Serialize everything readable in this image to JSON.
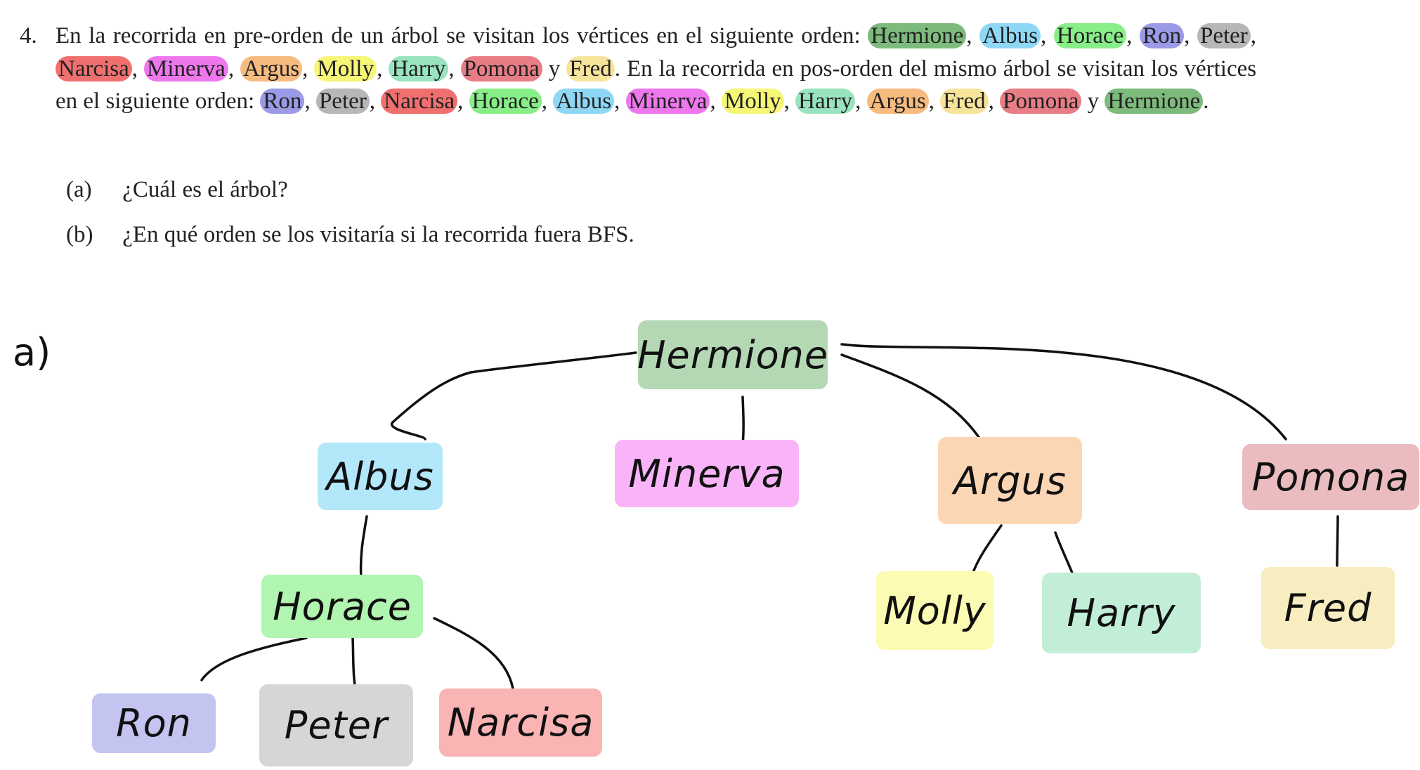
{
  "colors": {
    "Hermione": "#7dbb7d",
    "Albus": "#8fd8f5",
    "Horace": "#88ee88",
    "Ron": "#9a9ae6",
    "Peter": "#b7b7b7",
    "Narcisa": "#f07070",
    "Minerva": "#ee77ee",
    "Argus": "#f7bb80",
    "Molly": "#f7f777",
    "Harry": "#99e4be",
    "Pomona": "#e87d86",
    "Fred": "#f7e49b"
  },
  "problem": {
    "number": "4.",
    "intro": "En la recorrida en pre-orden de un árbol se visitan los vértices en el siguiente orden:",
    "preorder": [
      "Hermione",
      "Albus",
      "Horace",
      "Ron",
      "Peter",
      "Narcisa",
      "Minerva",
      "Argus",
      "Molly",
      "Harry",
      "Pomona",
      "Fred"
    ],
    "middle": "En la recorrida en pos-orden del mismo árbol se visitan los vértices en el siguiente orden:",
    "postorder": [
      "Ron",
      "Peter",
      "Narcisa",
      "Horace",
      "Albus",
      "Minerva",
      "Molly",
      "Harry",
      "Argus",
      "Fred",
      "Pomona",
      "Hermione"
    ],
    "conj": "y",
    "sub_a_label": "(a)",
    "sub_a_text": "¿Cuál es el árbol?",
    "sub_b_label": "(b)",
    "sub_b_text": "¿En qué orden se los visitaría si la recorrida fuera BFS."
  },
  "answer": {
    "part_label": "a)",
    "nodes": [
      {
        "id": "hermione",
        "label": "Hermione",
        "bg": "#b4d8b4"
      },
      {
        "id": "albus",
        "label": "Albus",
        "bg": "#b3e8fb"
      },
      {
        "id": "minerva",
        "label": "Minerva",
        "bg": "#f9b4f9"
      },
      {
        "id": "argus",
        "label": "Argus",
        "bg": "#fbd6b4"
      },
      {
        "id": "pomona",
        "label": "Pomona",
        "bg": "#eabcc0"
      },
      {
        "id": "horace",
        "label": "Horace",
        "bg": "#b0f5b0"
      },
      {
        "id": "molly",
        "label": "Molly",
        "bg": "#fbfbb3"
      },
      {
        "id": "harry",
        "label": "Harry",
        "bg": "#c2eed8"
      },
      {
        "id": "fred",
        "label": "Fred",
        "bg": "#f8edc1"
      },
      {
        "id": "ron",
        "label": "Ron",
        "bg": "#c4c4f0"
      },
      {
        "id": "peter",
        "label": "Peter",
        "bg": "#d6d6d6"
      },
      {
        "id": "narcisa",
        "label": "Narcisa",
        "bg": "#fab4b4"
      }
    ],
    "edges": [
      [
        "hermione",
        "albus"
      ],
      [
        "hermione",
        "minerva"
      ],
      [
        "hermione",
        "argus"
      ],
      [
        "hermione",
        "pomona"
      ],
      [
        "albus",
        "horace"
      ],
      [
        "horace",
        "ron"
      ],
      [
        "horace",
        "peter"
      ],
      [
        "horace",
        "narcisa"
      ],
      [
        "argus",
        "molly"
      ],
      [
        "argus",
        "harry"
      ],
      [
        "pomona",
        "fred"
      ]
    ]
  }
}
